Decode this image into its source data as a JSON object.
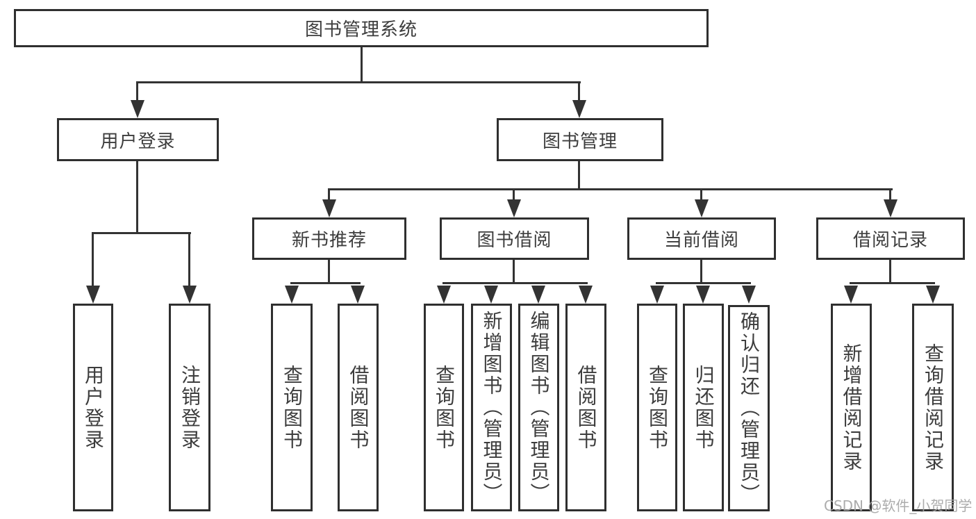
{
  "watermark": {
    "text": "CSDN @软件_小贺同学",
    "color": "#a6a6a6"
  },
  "colors": {
    "background": "#ffffff",
    "box_border": "#2f2f2f",
    "box_fill": "#ffffff",
    "label_text": "#3d3d3d",
    "connector_line": "#333333"
  },
  "tree": {
    "root": {
      "label": "图书管理系统"
    },
    "branches": [
      {
        "label": "用户登录",
        "leaves": [
          {
            "label": "用户登录"
          },
          {
            "label": "注销登录"
          }
        ]
      },
      {
        "label": "图书管理",
        "groups": [
          {
            "label": "新书推荐",
            "leaves": [
              {
                "label": "查询图书"
              },
              {
                "label": "借阅图书"
              }
            ]
          },
          {
            "label": "图书借阅",
            "leaves": [
              {
                "label": "查询图书"
              },
              {
                "label": "新增图书（管理员）"
              },
              {
                "label": "编辑图书（管理员）"
              },
              {
                "label": "借阅图书"
              }
            ]
          },
          {
            "label": "当前借阅",
            "leaves": [
              {
                "label": "查询图书"
              },
              {
                "label": "归还图书"
              },
              {
                "label": "确认归还（管理员）"
              }
            ]
          },
          {
            "label": "借阅记录",
            "leaves": [
              {
                "label": "新增借阅记录"
              },
              {
                "label": "查询借阅记录"
              }
            ]
          }
        ]
      }
    ]
  }
}
